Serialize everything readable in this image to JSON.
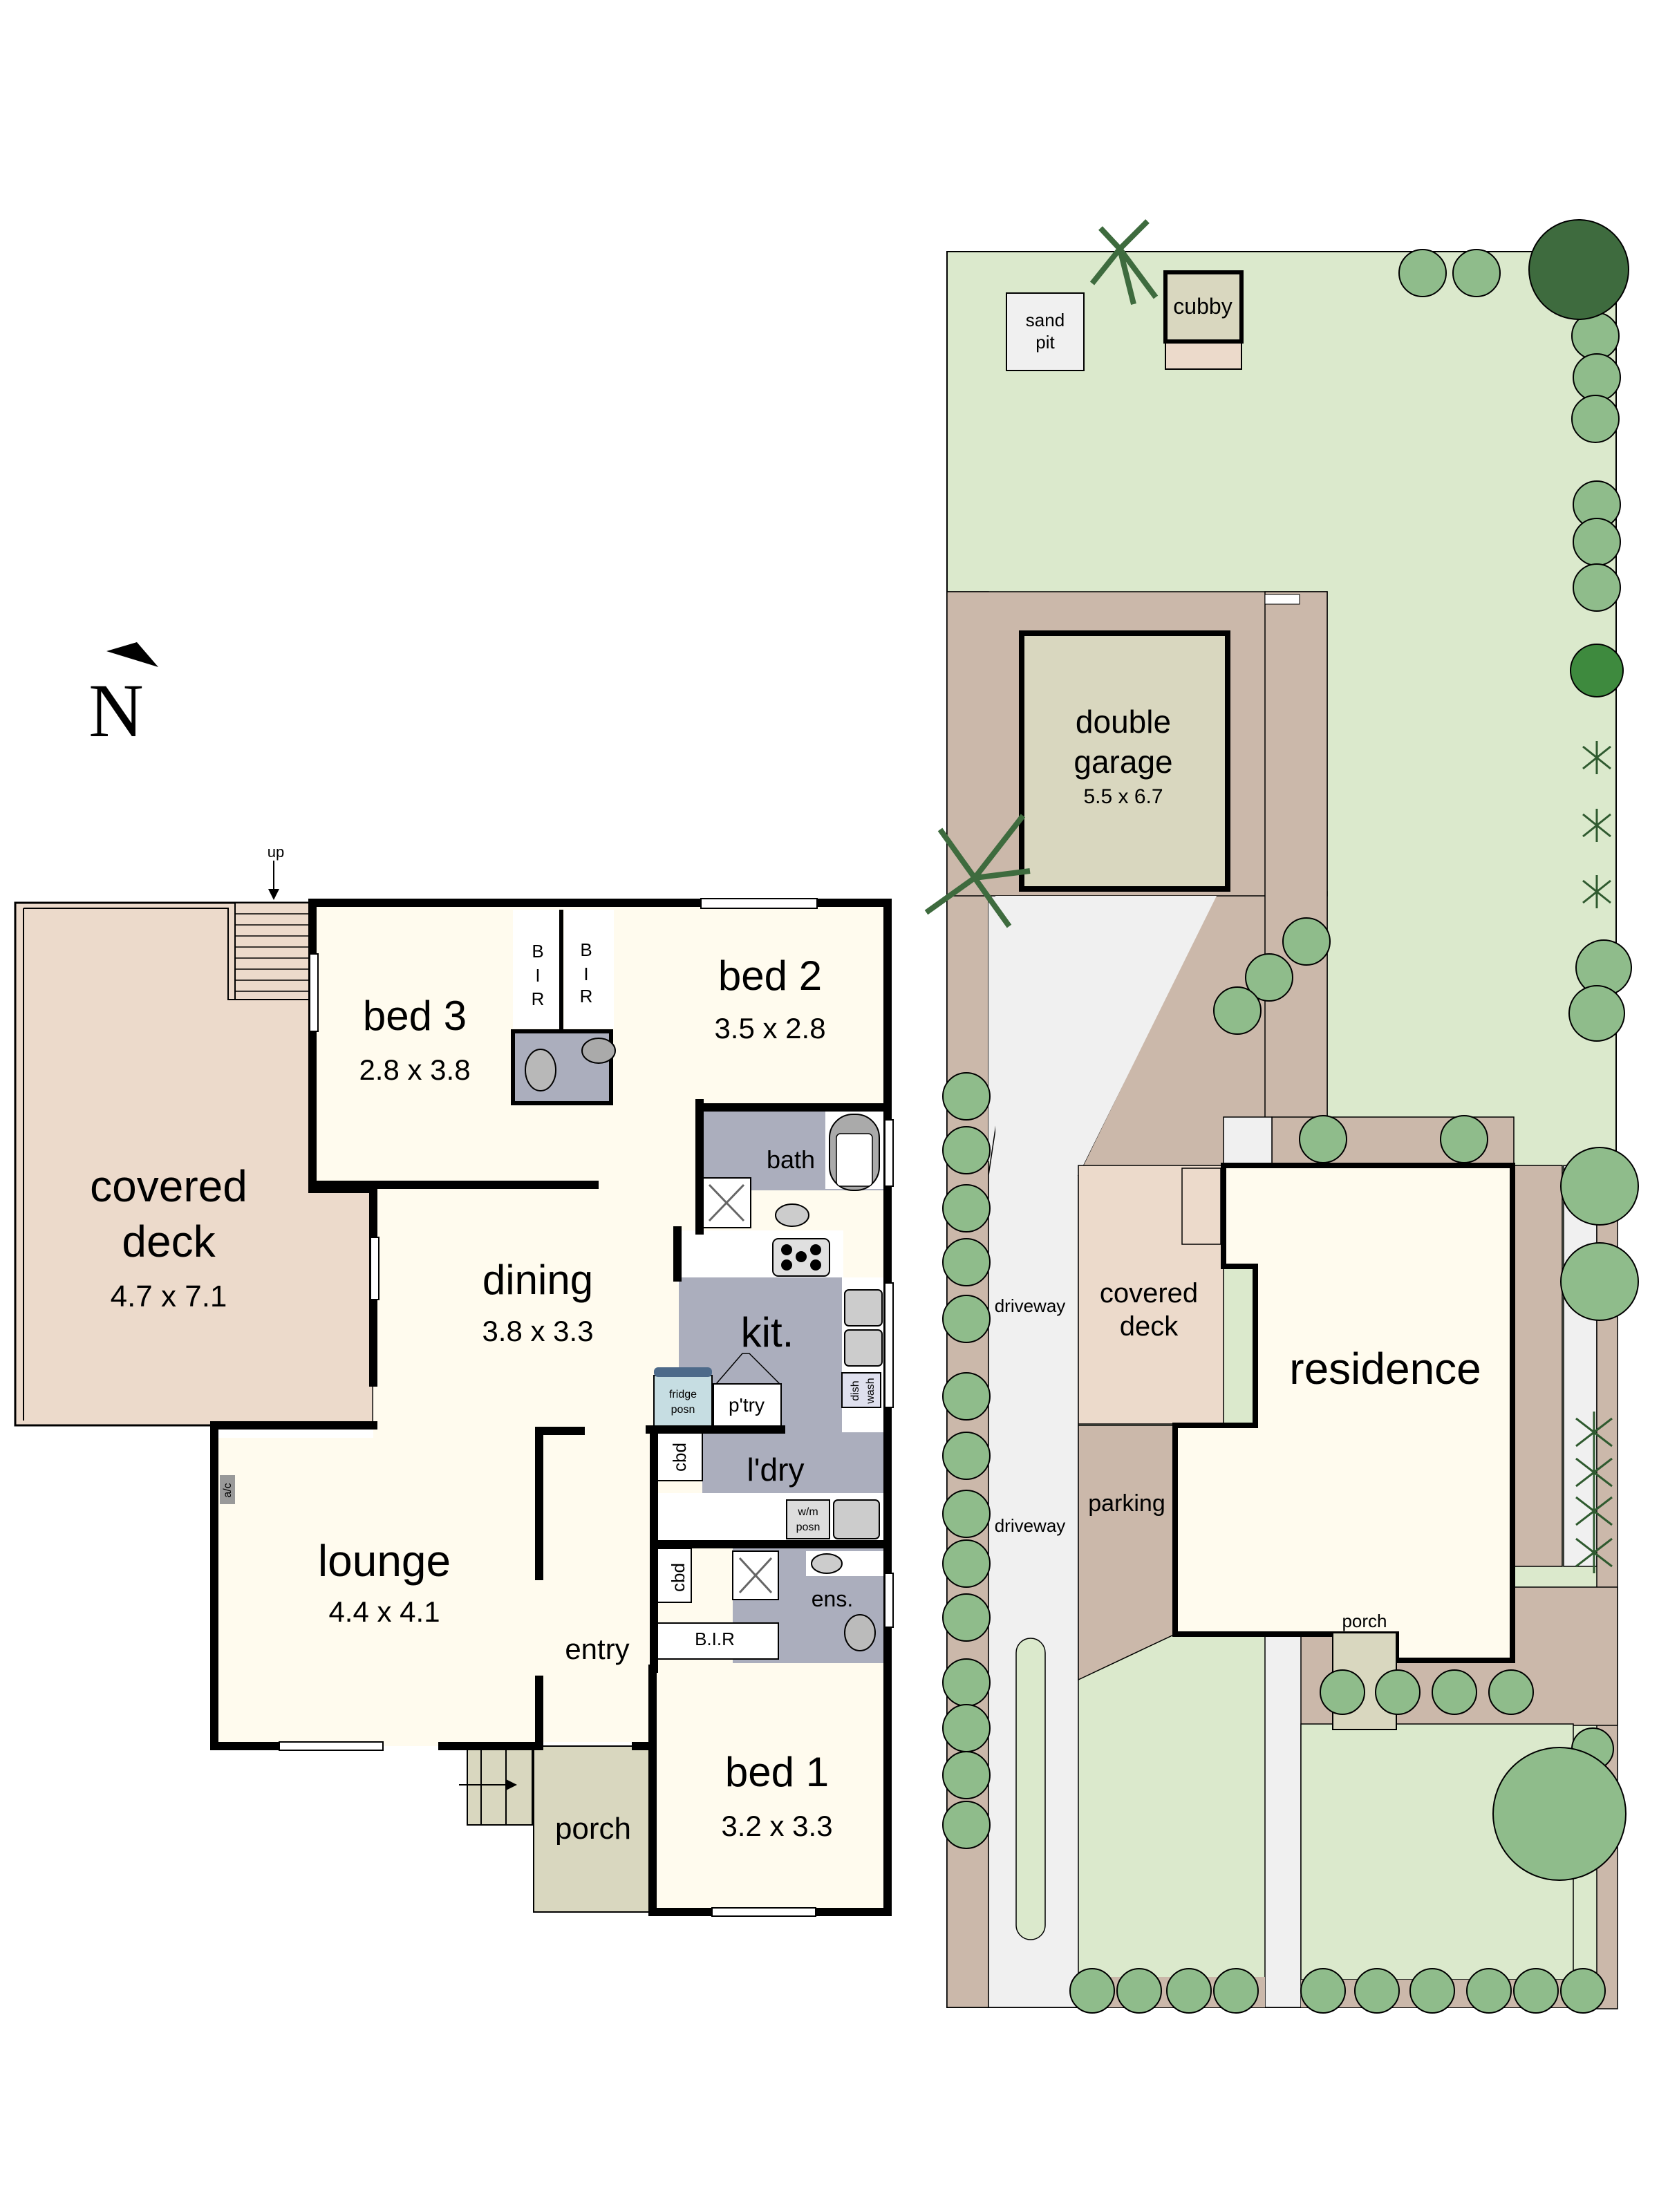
{
  "colors": {
    "room_floor": "#fffbee",
    "wet_area": "#abaebd",
    "deck": "#ecdacb",
    "porch": "#d9d7bf",
    "lawn": "#dbe9cc",
    "paving": "#cbb8aa",
    "driveway": "#f0f0f0",
    "garage": "#d9d7bf",
    "tree_light": "#8fbc8b",
    "tree_dark": "#3e6b3e",
    "wall": "#000000"
  },
  "compass": {
    "label": "N"
  },
  "floor_plan": {
    "covered_deck": {
      "name": "covered",
      "name2": "deck",
      "dims": "4.7 x 7.1",
      "stairs_label": "up"
    },
    "bed3": {
      "name": "bed 3",
      "dims": "2.8 x 3.8"
    },
    "bir_left": {
      "l1": "B",
      "l2": "I",
      "l3": "R"
    },
    "bir_right": {
      "l1": "B",
      "l2": "I",
      "l3": "R"
    },
    "bed2": {
      "name": "bed 2",
      "dims": "3.5 x 2.8"
    },
    "bath": {
      "name": "bath"
    },
    "dining": {
      "name": "dining",
      "dims": "3.8 x 3.3"
    },
    "kitchen": {
      "name": "kit.",
      "fridge_l1": "fridge",
      "fridge_l2": "posn",
      "pantry": "p'try",
      "dw_l1": "dish",
      "dw_l2": "wash"
    },
    "laundry": {
      "name": "l'dry",
      "cbd": "cbd",
      "wm_l1": "w/m",
      "wm_l2": "posn"
    },
    "lounge": {
      "name": "lounge",
      "dims": "4.4 x 4.1",
      "ac": "a/c"
    },
    "entry": {
      "name": "entry"
    },
    "ensuite": {
      "name": "ens.",
      "cbd": "cbd",
      "bir": "B.I.R"
    },
    "bed1": {
      "name": "bed 1",
      "dims": "3.2 x 3.3"
    },
    "porch": {
      "name": "porch"
    }
  },
  "site_plan": {
    "sand_pit": {
      "l1": "sand",
      "l2": "pit"
    },
    "cubby": {
      "name": "cubby"
    },
    "garage": {
      "name": "double",
      "name2": "garage",
      "dims": "5.5 x 6.7"
    },
    "driveway_upper": "driveway",
    "driveway_lower": "driveway",
    "covered_deck": {
      "name": "covered",
      "name2": "deck"
    },
    "residence": {
      "name": "residence"
    },
    "parking": {
      "name": "parking"
    },
    "porch": {
      "name": "porch"
    }
  }
}
